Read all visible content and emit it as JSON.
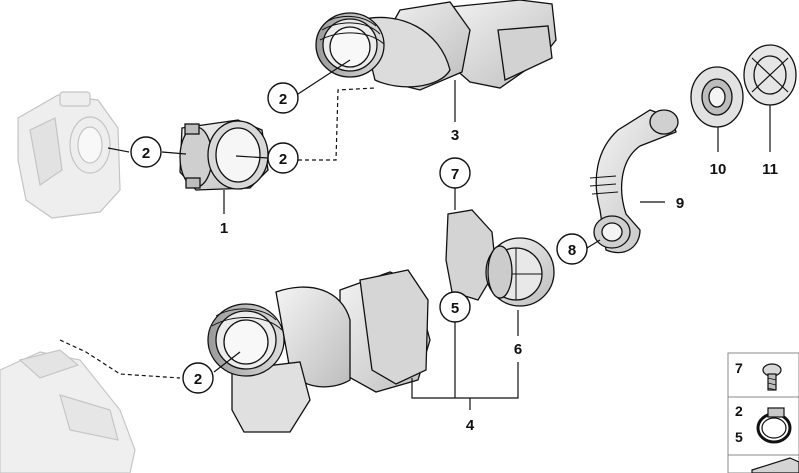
{
  "diagram": {
    "callouts": {
      "c1": "2",
      "c2": "2",
      "c3": "2",
      "c4": "2",
      "c5": "7",
      "c6": "5",
      "c7": "8"
    },
    "labels": {
      "l1": "1",
      "l2": "3",
      "l3": "4",
      "l4": "6",
      "l5": "9",
      "l6": "10",
      "l7": "11"
    },
    "legend": {
      "row1": "7",
      "row2a": "2",
      "row2b": "5"
    },
    "colors": {
      "line": "#111111",
      "part_light": "#e6e6e6",
      "part_mid": "#c8c8c8",
      "part_dark": "#8a8a8a",
      "faded": "#dddddd"
    }
  }
}
